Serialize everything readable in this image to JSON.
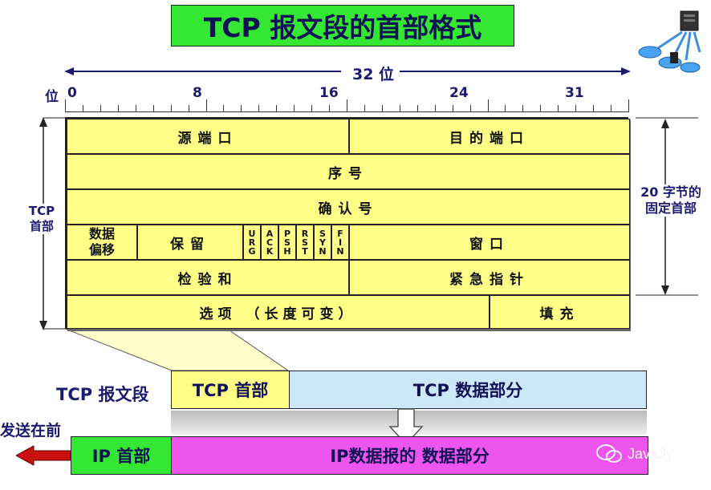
{
  "title": "TCP 报文段的首部格式",
  "width_label": "32 位",
  "bit_axis": {
    "label": "位",
    "ticks": [
      "0",
      "8",
      "16",
      "24",
      "31"
    ]
  },
  "left_bracket_label": [
    "TCP",
    "首部"
  ],
  "right_bracket_label": [
    "20 字节的",
    "固定首部"
  ],
  "header_rows": {
    "row1": {
      "source_port": "源端口",
      "dest_port": "目的端口"
    },
    "row2": {
      "seq": "序号"
    },
    "row3": {
      "ack": "确认号"
    },
    "row4": {
      "data_offset": [
        "数据",
        "偏移"
      ],
      "reserved": "保留",
      "flags": [
        [
          "U",
          "R",
          "G"
        ],
        [
          "A",
          "C",
          "K"
        ],
        [
          "P",
          "S",
          "H"
        ],
        [
          "R",
          "S",
          "T"
        ],
        [
          "S",
          "Y",
          "N"
        ],
        [
          "F",
          "I",
          "N"
        ]
      ],
      "window": "窗口"
    },
    "row5": {
      "checksum": "检验和",
      "urgent": "紧急指针"
    },
    "row6": {
      "options": "选项 （长度可变）",
      "padding": "填充"
    }
  },
  "segment": {
    "label": "TCP 报文段",
    "header": "TCP 首部",
    "data": "TCP 数据部分"
  },
  "ip_packet": {
    "send_first": "发送在前",
    "header": "IP 首部",
    "data": "IP数据报的 数据部分"
  },
  "watermark": "Java3y",
  "colors": {
    "title_bg": "#33e733",
    "header_bg": "#ffff88",
    "tcp_header_bg": "#ffff88",
    "tcp_data_bg": "#cce8f8",
    "ip_header_bg": "#33e733",
    "ip_data_bg": "#ee55ee",
    "arrow_red": "#cc1111"
  }
}
